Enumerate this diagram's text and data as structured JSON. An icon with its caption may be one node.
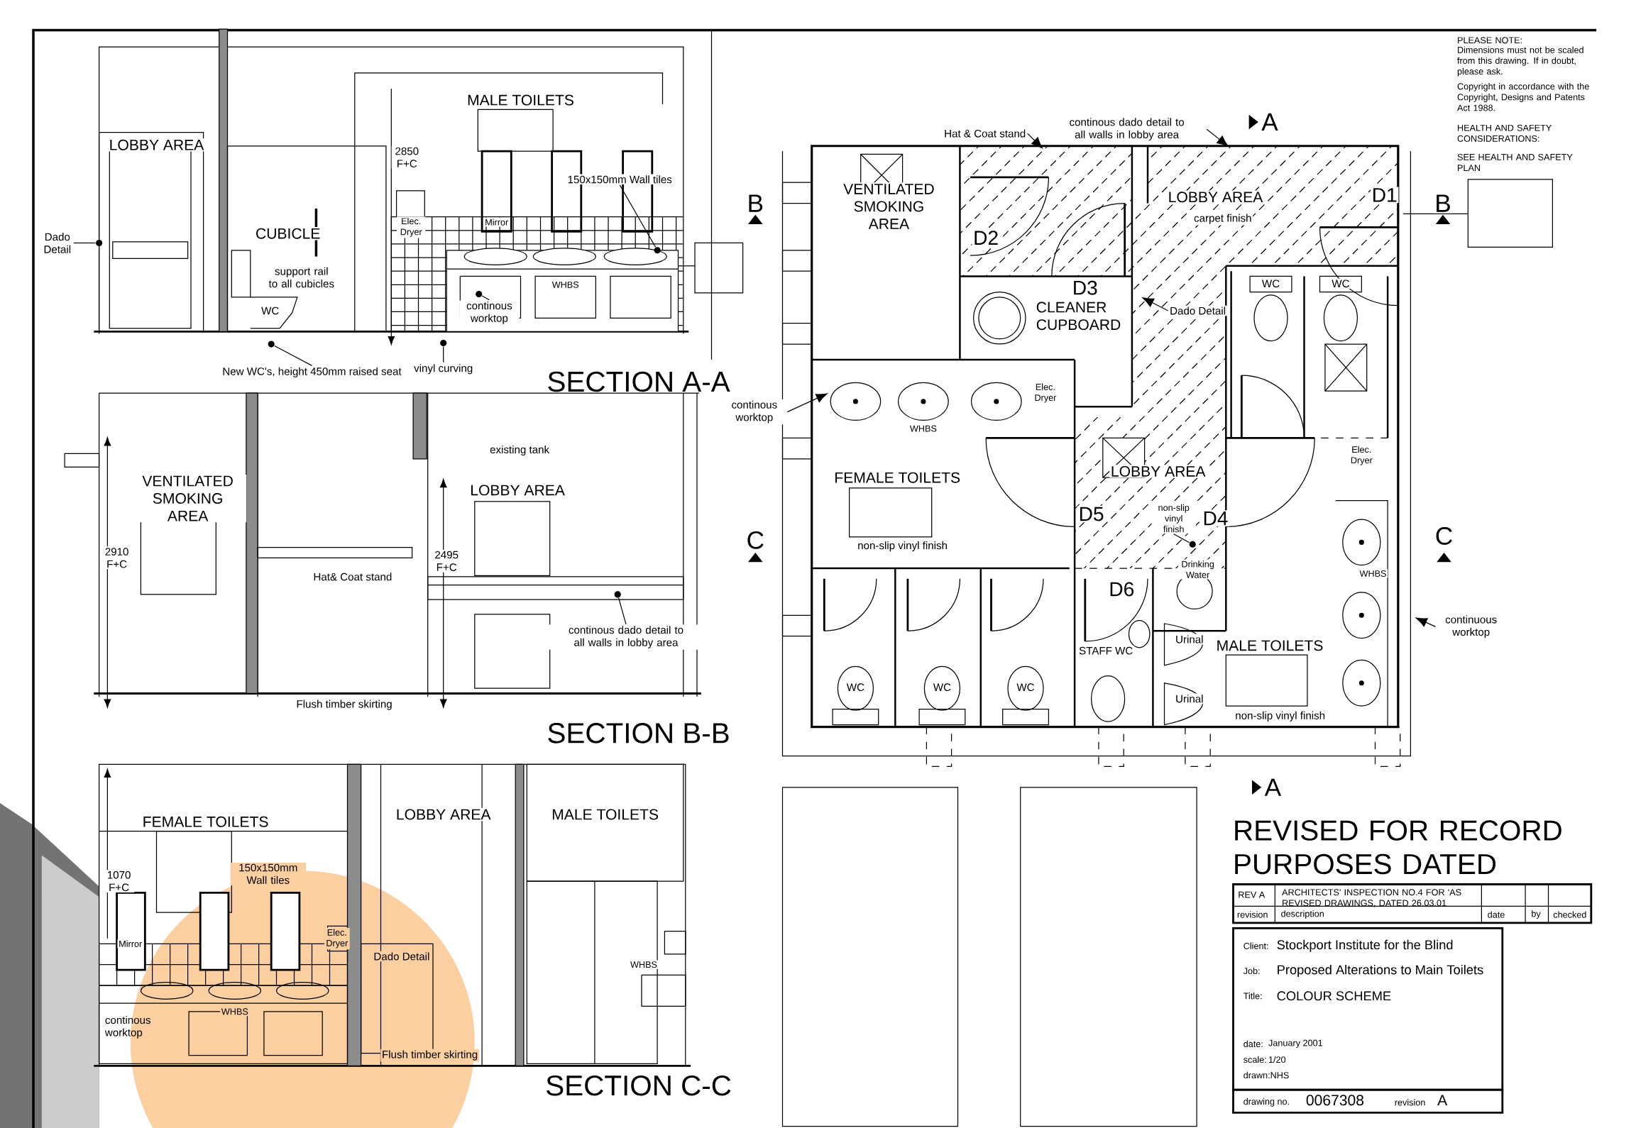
{
  "diagram": {
    "nodes": [
      {
        "text": [
          "Dado Detail"
        ]
      },
      {
        "text": [
          "150x150mm Wall tiles"
        ]
      },
      {
        "text": [
          "continous worktop"
        ]
      },
      {
        "text": [
          "New WC's, height 450mm raised seat"
        ]
      },
      {
        "text": [
          "vinyl curving"
        ]
      },
      {
        "text": [
          "continous dado detail to all walls in lobby area"
        ]
      },
      {
        "text": [
          "Hat & Coat stand"
        ]
      },
      {
        "text": [
          "continous dado detail to all walls in lobby area"
        ]
      },
      {
        "text": [
          "Dado Detail"
        ]
      },
      {
        "text": [
          "continous worktop"
        ]
      },
      {
        "text": [
          "non-slip vinyl finish"
        ]
      },
      {
        "text": [
          "continuous worktop"
        ]
      },
      {
        "text": [],
        "shape": "circle"
      },
      {
        "text": [],
        "shape": "circle"
      },
      {
        "text": [],
        "shape": "circle"
      },
      {
        "text": [],
        "shape": "circle"
      },
      {
        "text": [],
        "shape": "circle"
      },
      {
        "text": [],
        "shape": "circle"
      },
      {
        "text": [],
        "shape": "circle"
      }
    ],
    "edges": [
      {
        "from": 0,
        "to": 12,
        "arrow": "none"
      },
      {
        "from": 1,
        "to": 13,
        "arrow": "none"
      },
      {
        "from": 2,
        "to": 14,
        "arrow": "none"
      },
      {
        "from": 3,
        "to": 15,
        "arrow": "none"
      },
      {
        "from": 4,
        "to": 16,
        "arrow": "none"
      },
      {
        "from": 5,
        "to": 17,
        "arrow": "none"
      },
      {
        "from": 6,
        "to": null,
        "arrow": "to"
      },
      {
        "from": 7,
        "to": null,
        "arrow": "to"
      },
      {
        "from": 8,
        "to": null,
        "arrow": "to"
      },
      {
        "from": 9,
        "to": null,
        "arrow": "to"
      },
      {
        "from": 10,
        "to": 18,
        "arrow": "none"
      },
      {
        "from": 11,
        "to": null,
        "arrow": "to"
      }
    ],
    "labels": [
      "PLEASE NOTE:",
      "Dimensions must not be scaled from this drawing. If in doubt, please ask.",
      "Copyright in accordance with the Copyright, Designs and Patents Act 1988.",
      "HEALTH AND SAFETY CONSIDERATIONS:",
      "SEE HEALTH AND SAFETY PLAN",
      "LOBBY AREA",
      "MALE TOILETS",
      "2850 F+C",
      "CUBICLE",
      "Elec. Dryer",
      "Mirror",
      "support rail to all cubicles",
      "WC",
      "WHBS",
      "SECTION A-A",
      "existing tank",
      "VENTILATED SMOKING AREA",
      "LOBBY AREA",
      "2910 F+C",
      "2495 F+C",
      "Hat& Coat stand",
      "Flush timber skirting",
      "SECTION B-B",
      "FEMALE TOILETS",
      "LOBBY AREA",
      "MALE TOILETS",
      "1070 F+C",
      "150x150mm Wall tiles",
      "Mirror",
      "Elec. Dryer",
      "Dado Detail",
      "WHBS",
      "WHBS",
      "continous worktop",
      "Flush timber skirting",
      "SECTION C-C",
      "A",
      "B",
      "VENTILATED SMOKING AREA",
      "LOBBY AREA",
      "carpet finish",
      "D1",
      "B",
      "D2",
      "D3",
      "CLEANER CUPBOARD",
      "WC",
      "WC",
      "Elec. Dryer",
      "WHBS",
      "Elec. Dryer",
      "LOBBY AREA",
      "FEMALE TOILETS",
      "D5",
      "D4",
      "C",
      "C",
      "non-slip vinyl finish",
      "Drinking Water",
      "WHBS",
      "D6",
      "Urinal",
      "STAFF WC",
      "MALE TOILETS",
      "WC",
      "WC",
      "WC",
      "Urinal",
      "non-slip vinyl finish",
      "A",
      "REVISED FOR RECORD PURPOSES DATED",
      "REV A",
      "ARCHITECTS' INSPECTION NO.4 FOR 'AS REVISED DRAWINGS, DATED 26.03.01",
      "revision",
      "description",
      "date",
      "by",
      "checked",
      "Client:",
      "Stockport Institute for the Blind",
      "Job:",
      "Proposed Alterations to Main Toilets",
      "Title:",
      "COLOUR SCHEME",
      "date:",
      "January 2001",
      "scale:",
      "1/20",
      "drawn:NHS",
      "drawing no.",
      "0067308",
      "revision",
      "A"
    ]
  }
}
